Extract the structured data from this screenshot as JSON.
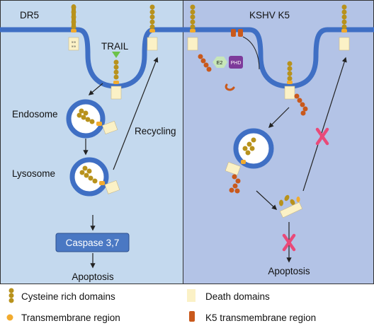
{
  "left_panel": {
    "receptor_label": "DR5",
    "ligand_label": "TRAIL",
    "endosome_label": "Endosome",
    "lysosome_label": "Lysosome",
    "recycling_label": "Recycling",
    "caspase_label": "Caspase 3,7",
    "outcome_label": "Apoptosis"
  },
  "right_panel": {
    "title": "KSHV K5",
    "e2_label": "E2",
    "phd_label": "PHD",
    "outcome_label": "Apoptosis"
  },
  "legend": {
    "crd": "Cysteine rich domains",
    "death": "Death domains",
    "tm": "Transmembrane region",
    "k5tm": "K5 transmembrane region"
  },
  "colors": {
    "left_bg": "#c4d9ee",
    "right_bg": "#b3c3e6",
    "membrane": "#3f6fc4",
    "crd": "#b8921c",
    "tm": "#f2ab2e",
    "death": "#fbf1c6",
    "k5": "#c9591c",
    "trail": "#6cc24a",
    "e2": "#c7e6b9",
    "phd": "#7d3a9a",
    "caspase": "#4a78c3",
    "block": "#e94a79"
  }
}
